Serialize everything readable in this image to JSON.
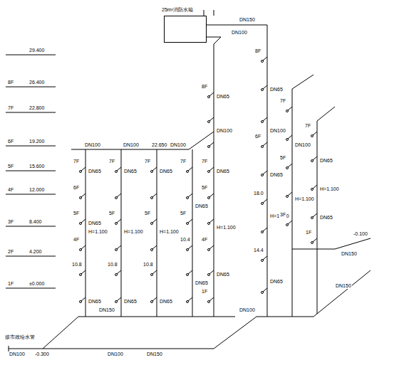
{
  "diagram": {
    "nodes": [
      {
        "text": [
          "25m³消防水箱"
        ]
      }
    ],
    "labels": [
      "29.400",
      "8F",
      "26.400",
      "7F",
      "22.800",
      "6F",
      "19.200",
      "5F",
      "15.600",
      "4F",
      "12.000",
      "3F",
      "8.400",
      "2F",
      "4.200",
      "1F",
      "±0.000",
      "DN100",
      "DN150",
      "DN100",
      "DN100",
      "22.650",
      "DN100",
      "7F",
      "DN65",
      "6F",
      "5F",
      "DN65",
      "H=1.100",
      "4F",
      "10.8",
      "DN65",
      "7F",
      "DN65",
      "5F",
      "H=1.100",
      "10.8",
      "DN65",
      "7F",
      "DN65",
      "5F",
      "H=1.100",
      "10.8",
      "DN65",
      "7F",
      "DN65",
      "5F",
      "10.4",
      "DN65",
      "8F",
      "DN65",
      "DN100",
      "7F",
      "DN65",
      "5F",
      "H=1.100",
      "4F",
      "DN65",
      "1F",
      "8F",
      "DN65",
      "DN100",
      "6F",
      "DN65",
      "18.0",
      "H=1.100",
      "14.4",
      "DN65",
      "7F",
      "DN100",
      "5F",
      "H=1.100",
      "3F",
      "7F",
      "DN65",
      "H=1.100",
      "DN65",
      "1F",
      "接市政给水管",
      "DN100",
      "-0.300",
      "DN150",
      "DN100",
      "DN150",
      "DN100",
      "DN150",
      "DN150",
      "-0.100"
    ]
  }
}
